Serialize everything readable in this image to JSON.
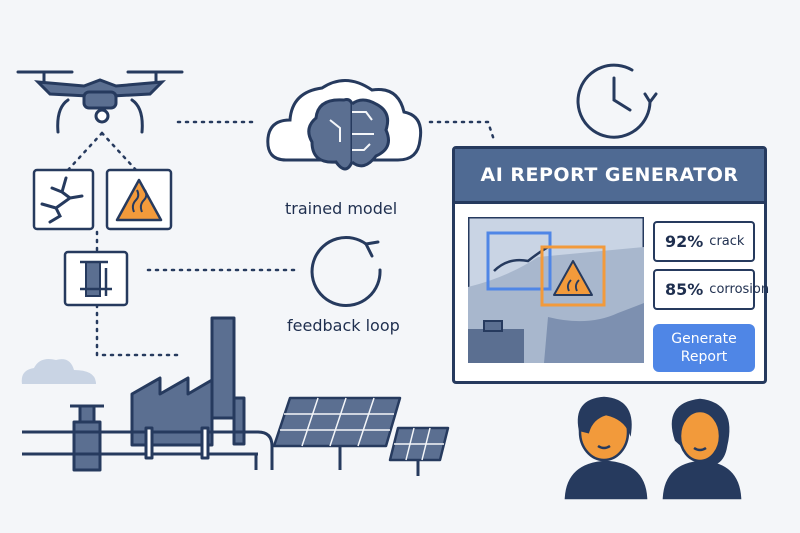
{
  "labels": {
    "trained_model": "trained model",
    "feedback_loop": "feedback loop"
  },
  "report_window": {
    "title": "AI REPORT GENERATOR",
    "detections": [
      {
        "percent": "92%",
        "type": "crack"
      },
      {
        "percent": "85%",
        "type": "corrosion"
      }
    ],
    "button_line1": "Generate",
    "button_line2": "Report"
  },
  "colors": {
    "navy": "#263a5e",
    "slate": "#5b6f91",
    "blue_accent": "#4f86e6",
    "orange_warning": "#f29a3b",
    "background": "#f4f6f9"
  },
  "icons": [
    "drone-icon",
    "crack-icon",
    "hazard-icon",
    "pipe-valve-icon",
    "brain-cloud-icon",
    "clock-icon",
    "refresh-icon",
    "factory-icon",
    "solar-panel-icon",
    "person-icon"
  ]
}
